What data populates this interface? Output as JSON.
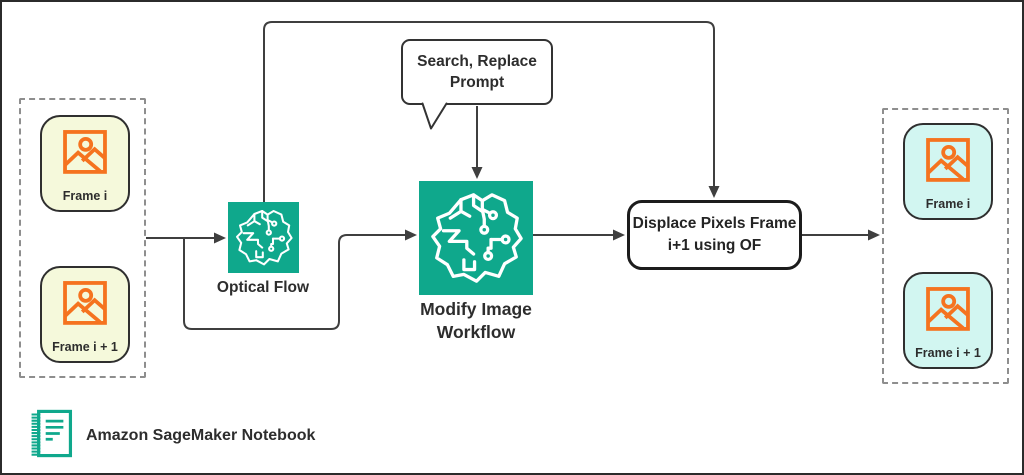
{
  "colors": {
    "teal": "#0fa88c",
    "orange": "#f5731f",
    "card_yellow": "#f5f9db",
    "card_cyan": "#d2f6f1",
    "line": "#3f3f3f",
    "text_dark": "#2d2d2d",
    "dash_gray": "#8e8e8e"
  },
  "groups": {
    "input": {
      "frames": [
        {
          "label": "Frame i"
        },
        {
          "label": "Frame i + 1"
        }
      ]
    },
    "output": {
      "frames": [
        {
          "label": "Frame i"
        },
        {
          "label": "Frame i + 1"
        }
      ]
    }
  },
  "nodes": {
    "optical_flow": {
      "label": "Optical Flow"
    },
    "modify_image": {
      "line1": "Modify Image",
      "line2": "Workflow"
    },
    "prompt_bubble": {
      "line1": "Search, Replace",
      "line2": "Prompt"
    },
    "displace": {
      "line1": "Displace Pixels Frame",
      "line2": "i+1 using OF"
    }
  },
  "footer": {
    "label": "Amazon SageMaker Notebook"
  }
}
